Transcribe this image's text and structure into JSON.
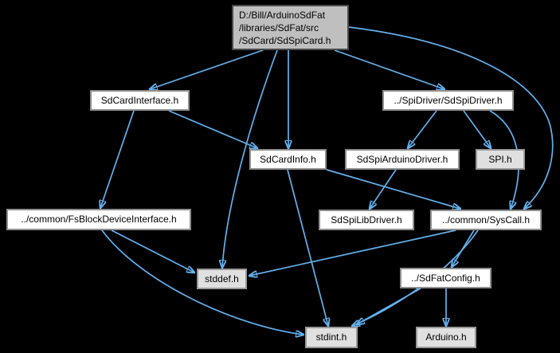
{
  "diagram": {
    "type": "include-dependency-graph",
    "background_color": "#000000",
    "edge_color": "#63b1ee",
    "node_fill": "#ffffff",
    "node_border_color": "#8f8f8f",
    "root_node_fill": "#bfbfbf",
    "root_node_border_color": "#4a4a4a",
    "external_node_fill": "#e0e0e0",
    "nodes": {
      "root": {
        "label": "D:/Bill/ArduinoSdFat\n/libraries/SdFat/src\n/SdCard/SdSpiCard.h",
        "type": "current-file"
      },
      "sdcardinterface": {
        "label": "SdCardInterface.h",
        "type": "internal"
      },
      "sdspidriver": {
        "label": "../SpiDriver/SdSpiDriver.h",
        "type": "internal"
      },
      "sdcardinfo": {
        "label": "SdCardInfo.h",
        "type": "internal"
      },
      "sdspiarduinodriver": {
        "label": "SdSpiArduinoDriver.h",
        "type": "internal"
      },
      "spi": {
        "label": "SPI.h",
        "type": "external"
      },
      "fsblock": {
        "label": "../common/FsBlockDeviceInterface.h",
        "type": "internal"
      },
      "sdspilib": {
        "label": "SdSpiLibDriver.h",
        "type": "internal"
      },
      "syscall": {
        "label": "../common/SysCall.h",
        "type": "internal"
      },
      "stddef": {
        "label": "stddef.h",
        "type": "external"
      },
      "sdfatconfig": {
        "label": "../SdFatConfig.h",
        "type": "internal"
      },
      "stdint": {
        "label": "stdint.h",
        "type": "external"
      },
      "arduino": {
        "label": "Arduino.h",
        "type": "external"
      }
    },
    "edges": [
      {
        "from": "root",
        "to": "sdcardinterface"
      },
      {
        "from": "root",
        "to": "sdcardinfo"
      },
      {
        "from": "root",
        "to": "sdspidriver"
      },
      {
        "from": "root",
        "to": "stddef"
      },
      {
        "from": "root",
        "to": "syscall"
      },
      {
        "from": "sdcardinterface",
        "to": "fsblock"
      },
      {
        "from": "sdcardinterface",
        "to": "sdcardinfo"
      },
      {
        "from": "sdspidriver",
        "to": "sdspiarduinodriver"
      },
      {
        "from": "sdspidriver",
        "to": "spi"
      },
      {
        "from": "sdspidriver",
        "to": "syscall"
      },
      {
        "from": "sdcardinfo",
        "to": "stdint"
      },
      {
        "from": "sdcardinfo",
        "to": "syscall"
      },
      {
        "from": "sdspiarduinodriver",
        "to": "sdspilib"
      },
      {
        "from": "fsblock",
        "to": "stddef"
      },
      {
        "from": "fsblock",
        "to": "stdint"
      },
      {
        "from": "syscall",
        "to": "stddef"
      },
      {
        "from": "syscall",
        "to": "stdint"
      },
      {
        "from": "syscall",
        "to": "sdfatconfig"
      },
      {
        "from": "sdfatconfig",
        "to": "stdint"
      },
      {
        "from": "sdfatconfig",
        "to": "arduino"
      }
    ]
  }
}
